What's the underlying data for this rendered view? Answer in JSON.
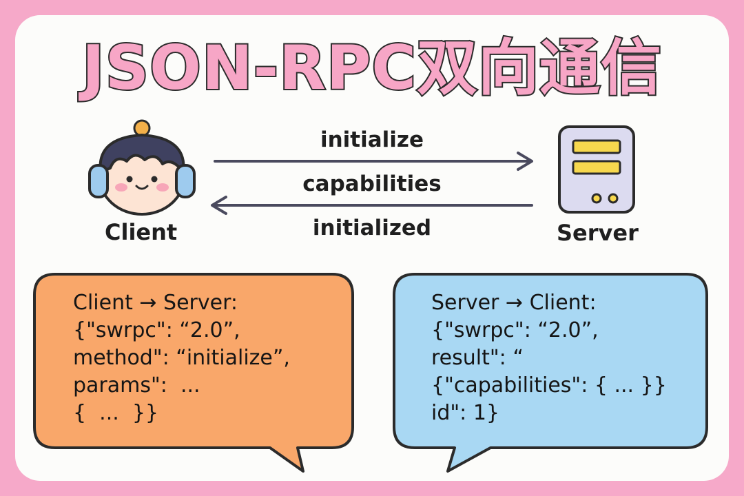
{
  "title": "JSON-RPC双向通信",
  "client_label": "Client",
  "server_label": "Server",
  "messages": {
    "initialize": "initialize",
    "capabilities": "capabilities",
    "initialized": "initialized"
  },
  "client_bubble": {
    "lines": [
      "Client → Server:",
      "{\"swrpc\": “2.0”,",
      "method\": “initialize”,",
      "params\":  ...",
      "{  ...  }}"
    ]
  },
  "server_bubble": {
    "lines": [
      "Server → Client:",
      "{\"swrpc\": “2.0”,",
      "result\": “",
      "{\"capabilities\": { ... }}",
      "id\": 1}"
    ]
  },
  "colors": {
    "background": "#f6a9c9",
    "title_fill": "#f7a6c6",
    "client_bubble": "#f9a76a",
    "server_bubble": "#a9d8f3",
    "arrow": "#4a4a5e"
  },
  "icons": [
    "child-client-icon",
    "server-icon"
  ]
}
